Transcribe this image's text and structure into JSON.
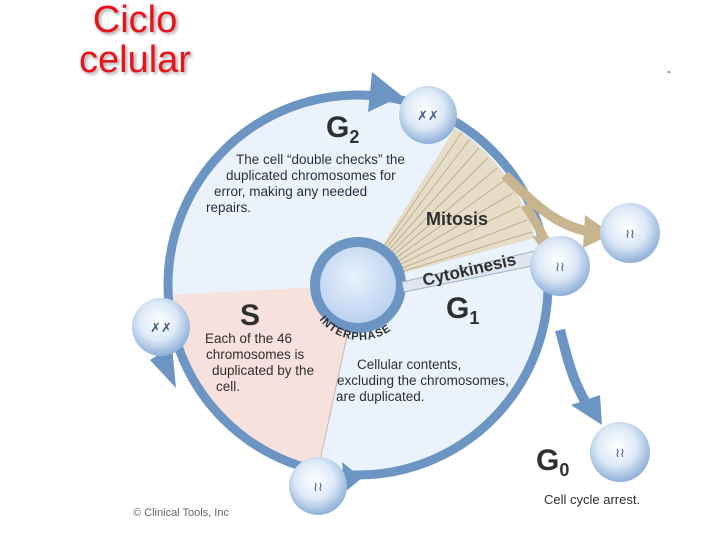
{
  "slide": {
    "title_line1": "Ciclo",
    "title_line2": "celular",
    "corner_mark": "-"
  },
  "diagram": {
    "g2": {
      "label": "G",
      "subscript": "2",
      "description": [
        "The cell “double checks” the",
        "duplicated chromosomes for",
        "error, making any needed",
        "repairs."
      ]
    },
    "mitosis": {
      "label": "Mitosis"
    },
    "cytokinesis": {
      "label": "Cytokinesis"
    },
    "s_phase": {
      "label": "S",
      "description": [
        "Each of the 46",
        "chromosomes is",
        "duplicated by the",
        "cell."
      ]
    },
    "g1": {
      "label": "G",
      "subscript": "1",
      "description": [
        "Cellular contents,",
        "excluding the chromosomes,",
        "are duplicated."
      ]
    },
    "interphase": {
      "label": "INTERPHASE"
    },
    "g0": {
      "label": "G",
      "subscript": "0",
      "description": "Cell cycle arrest."
    },
    "copyright": "Clinical Tools, Inc",
    "copyright_symbol": "©"
  },
  "colors": {
    "title": "#e8141b",
    "ring": "#6d95c4",
    "ring_fill": "#eaf3fc",
    "s_sector": "#f7e1dc",
    "mitosis_sector": "#e6dcc8",
    "mitosis_arrow": "#c8b48e",
    "text": "#2f2f2f"
  }
}
